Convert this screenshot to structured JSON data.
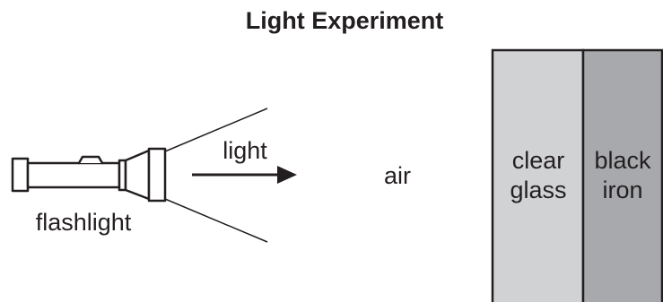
{
  "title": "Light Experiment",
  "labels": {
    "flashlight": "flashlight",
    "light": "light",
    "air": "air"
  },
  "materials": [
    {
      "lines": [
        "clear",
        "glass"
      ],
      "color": "#d1d2d4"
    },
    {
      "lines": [
        "black",
        "iron"
      ],
      "color": "#a7a9ac"
    }
  ],
  "colors": {
    "ink": "#231f20",
    "background": "#ffffff"
  }
}
